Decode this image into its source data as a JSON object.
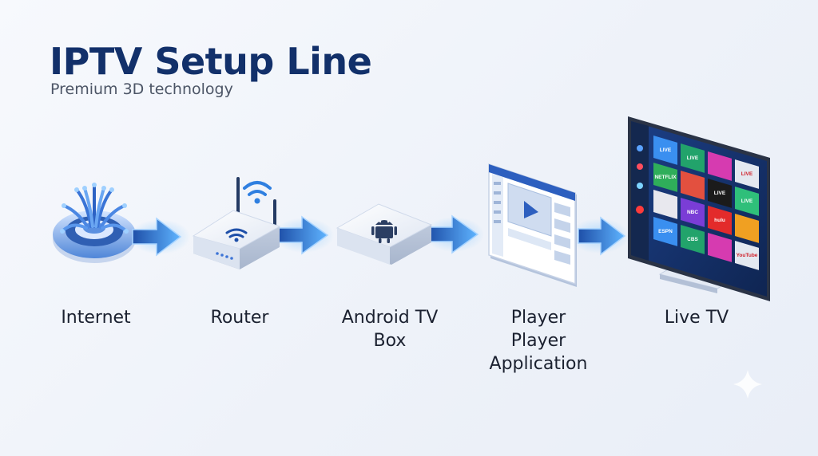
{
  "header": {
    "title": "IPTV Setup Line",
    "subtitle": "Premium 3D technology"
  },
  "steps": [
    {
      "label_lines": [
        "Internet"
      ],
      "icon": "fiber-optic-icon"
    },
    {
      "label_lines": [
        "Router"
      ],
      "icon": "router-icon"
    },
    {
      "label_lines": [
        "Android TV",
        "Box"
      ],
      "icon": "android-tv-box-icon"
    },
    {
      "label_lines": [
        "Player",
        "Player",
        "Application"
      ],
      "icon": "player-app-icon"
    },
    {
      "label_lines": [
        "Live TV"
      ],
      "icon": "smart-tv-icon"
    }
  ],
  "tv_tiles": [
    "LIVE",
    "LIVE",
    "LIVE",
    "NETFLIX",
    "LIVE",
    "LIVE",
    "NBC",
    "hulu",
    "ESPN",
    "CBS",
    "YouTube"
  ],
  "colors": {
    "title": "#12306a",
    "accent": "#2f7fe0",
    "arrow": "#3a8ff0"
  }
}
